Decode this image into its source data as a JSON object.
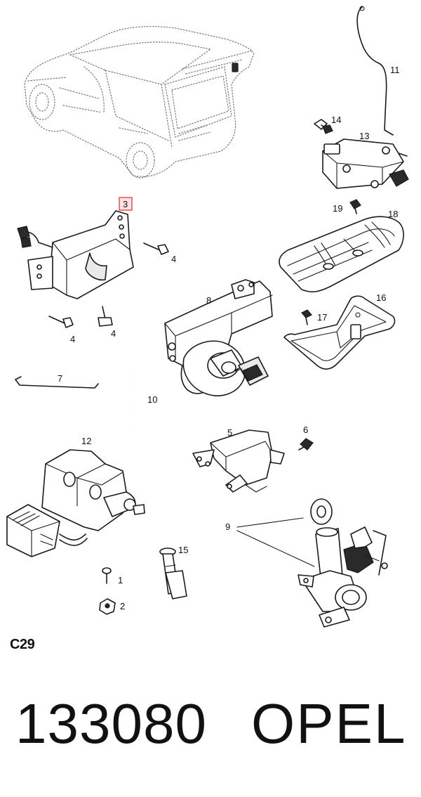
{
  "diagram": {
    "callouts": {
      "p1": "1",
      "p2": "2",
      "p3": "3",
      "p4a": "4",
      "p4b": "4",
      "p4c": "4",
      "p5": "5",
      "p6": "6",
      "p7": "7",
      "p8": "8",
      "p9": "9",
      "p10": "10",
      "p11": "11",
      "p12": "12",
      "p13": "13",
      "p14": "14",
      "p15": "15",
      "p16": "16",
      "p17": "17",
      "p18": "18",
      "p19": "19"
    },
    "highlight_color": "#e53935",
    "reference_code": "C29"
  },
  "footer": {
    "part_number": "133080",
    "brand": "OPEL"
  }
}
